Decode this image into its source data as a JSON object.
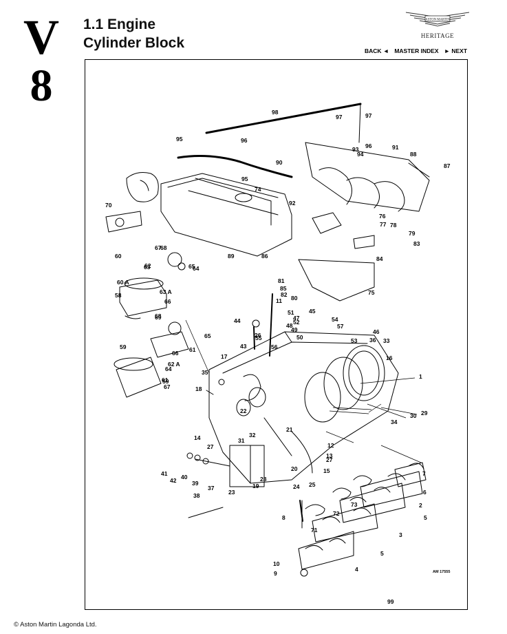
{
  "badge": {
    "letter": "V",
    "number": "8"
  },
  "title": {
    "line1": "1.1 Engine",
    "line2": "Cylinder Block"
  },
  "logo": {
    "text": "ASTON MARTIN",
    "heritage": "HERITAGE"
  },
  "nav": {
    "back": "BACK ◄",
    "master_index": "MASTER INDEX",
    "next": "► NEXT"
  },
  "diagram": {
    "ref": "AM 17555",
    "callouts": [
      "1",
      "2",
      "3",
      "4",
      "5",
      "5",
      "6",
      "7",
      "8",
      "9",
      "10",
      "11",
      "12",
      "13",
      "14",
      "15",
      "16",
      "17",
      "18",
      "19",
      "20",
      "21",
      "22",
      "23",
      "24",
      "25",
      "26",
      "27",
      "27",
      "28",
      "29",
      "30",
      "31",
      "32",
      "33",
      "34",
      "35",
      "36",
      "37",
      "38",
      "39",
      "40",
      "41",
      "42",
      "43",
      "44",
      "45",
      "46",
      "47",
      "48",
      "49",
      "50",
      "51",
      "52",
      "53",
      "54",
      "55",
      "56",
      "57",
      "58",
      "59",
      "59",
      "60",
      "60 A",
      "61",
      "61",
      "62",
      "62 A",
      "63",
      "63 A",
      "64",
      "64",
      "65",
      "65",
      "66",
      "66",
      "67",
      "67",
      "68",
      "68",
      "69",
      "70",
      "71",
      "72",
      "73",
      "74",
      "75",
      "76",
      "77",
      "78",
      "79",
      "80",
      "81",
      "82",
      "83",
      "84",
      "85",
      "86",
      "87",
      "88",
      "89",
      "90",
      "91",
      "92",
      "93",
      "94",
      "95",
      "95",
      "96",
      "96",
      "97",
      "97",
      "98",
      "99"
    ]
  },
  "footer": {
    "copyright": "© Aston Martin Lagonda Ltd."
  }
}
